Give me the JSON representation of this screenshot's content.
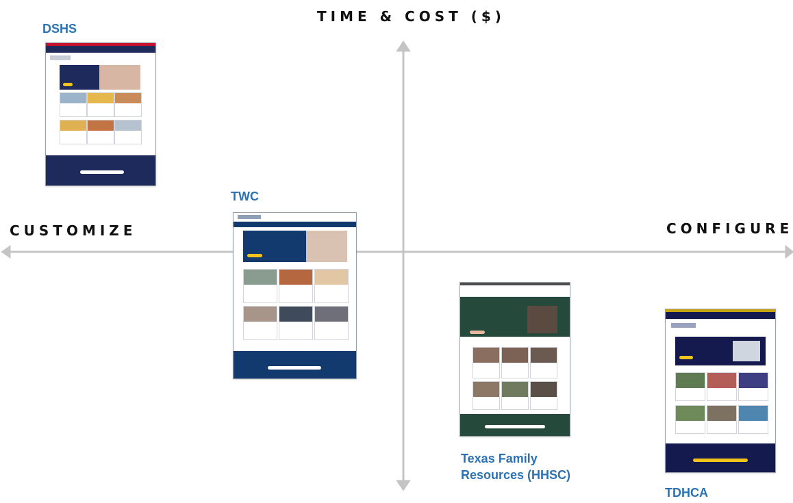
{
  "axes": {
    "top": "TIME & COST ($)",
    "left": "CUSTOMIZE",
    "right": "CONFIGURE"
  },
  "sites": {
    "dshs": {
      "label": "DSHS"
    },
    "twc": {
      "label": "TWC"
    },
    "tfr": {
      "label_line1": "Texas Family",
      "label_line2": "Resources (HHSC)"
    },
    "tdhca": {
      "label": "TDHCA"
    }
  },
  "colors": {
    "axis": "#c4c4c4",
    "label_blue": "#2b72b4",
    "dshs_navy": "#1f2a5c",
    "twc_navy": "#133a6e",
    "tfr_green": "#254a3c",
    "tdhca_navy": "#141a4d"
  }
}
